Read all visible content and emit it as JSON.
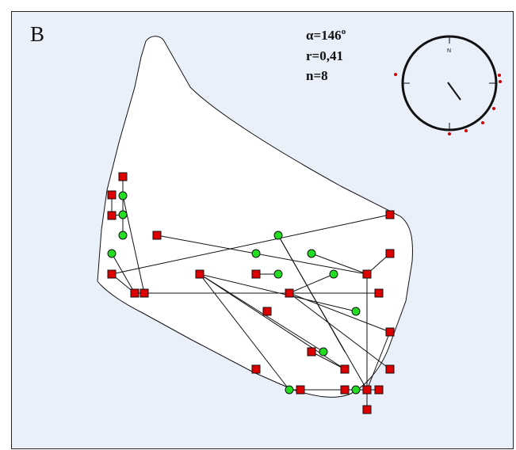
{
  "panel_label": "B",
  "stats": {
    "alpha": "α=146",
    "alpha_unit": "o",
    "r": "r=0,41",
    "n": "n=8"
  },
  "compass": {
    "north_label": "N",
    "mean_angle_deg": 146,
    "mean_vector_length": 0.41,
    "point_count": 8
  },
  "colors": {
    "background": "#eaf0fa",
    "square_marker": "#dd0000",
    "circle_marker": "#22dd22",
    "compass_dot": "#cc0000",
    "line": "#000000"
  }
}
